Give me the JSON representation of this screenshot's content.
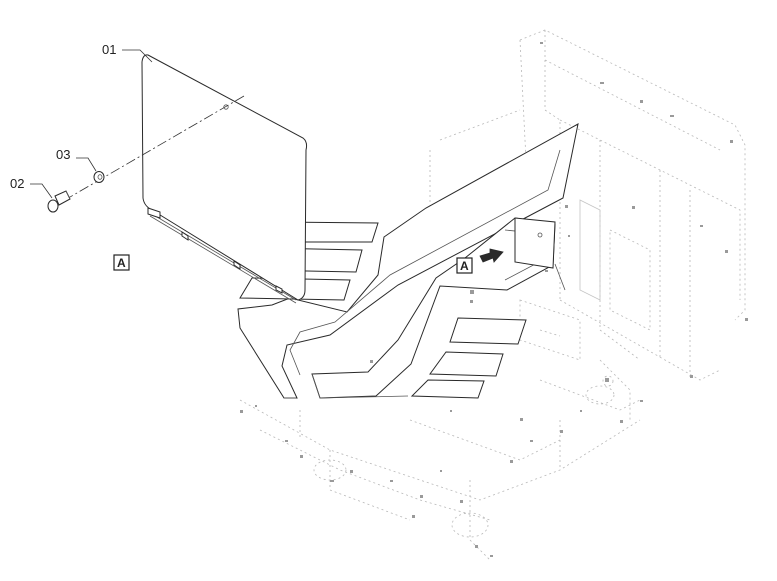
{
  "diagram": {
    "callouts": {
      "panel": "01",
      "bolt": "02",
      "washer": "03"
    },
    "view_reference": {
      "detail_label": "A",
      "locator_label": "A"
    },
    "colors": {
      "line": "#2a2a2a",
      "ghost": "#b8b8b8",
      "background": "#ffffff"
    }
  }
}
